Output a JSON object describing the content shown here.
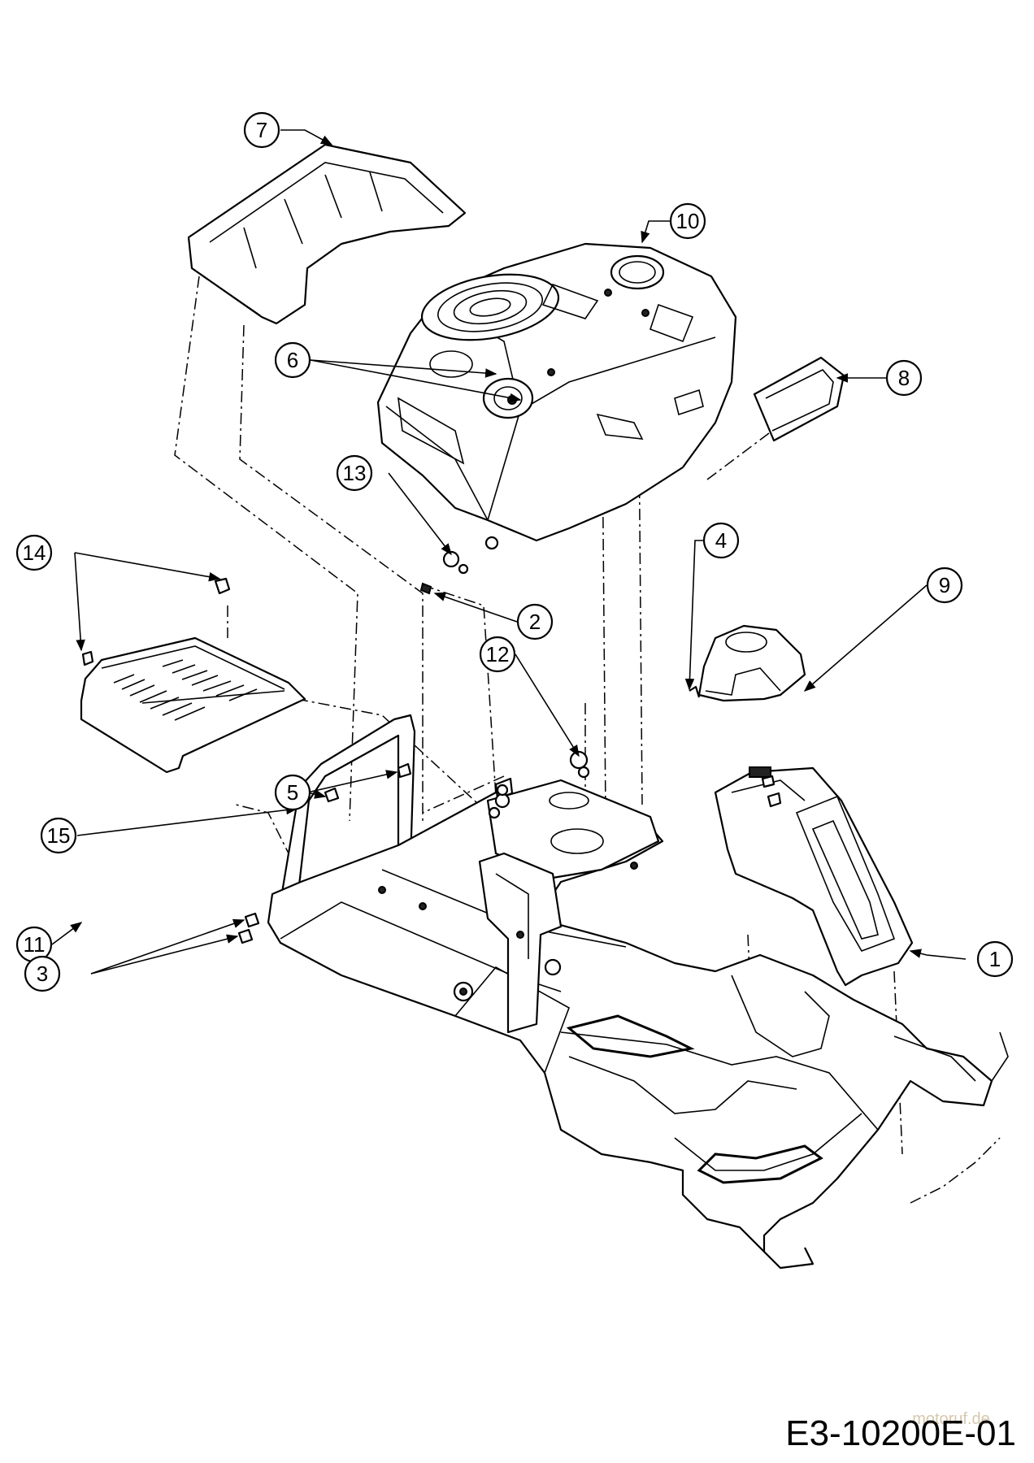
{
  "diagram": {
    "callouts": [
      {
        "id": "c1",
        "label": "1"
      },
      {
        "id": "c2",
        "label": "2"
      },
      {
        "id": "c3",
        "label": "3"
      },
      {
        "id": "c4",
        "label": "4"
      },
      {
        "id": "c5",
        "label": "5"
      },
      {
        "id": "c6",
        "label": "6"
      },
      {
        "id": "c7",
        "label": "7"
      },
      {
        "id": "c8",
        "label": "8"
      },
      {
        "id": "c9",
        "label": "9"
      },
      {
        "id": "c10",
        "label": "10"
      },
      {
        "id": "c11",
        "label": "11"
      },
      {
        "id": "c12",
        "label": "12"
      },
      {
        "id": "c13",
        "label": "13"
      },
      {
        "id": "c14",
        "label": "14"
      },
      {
        "id": "c15",
        "label": "15"
      }
    ],
    "drawing_code": "E3-10200E-01",
    "watermark": "motoruf.de"
  }
}
